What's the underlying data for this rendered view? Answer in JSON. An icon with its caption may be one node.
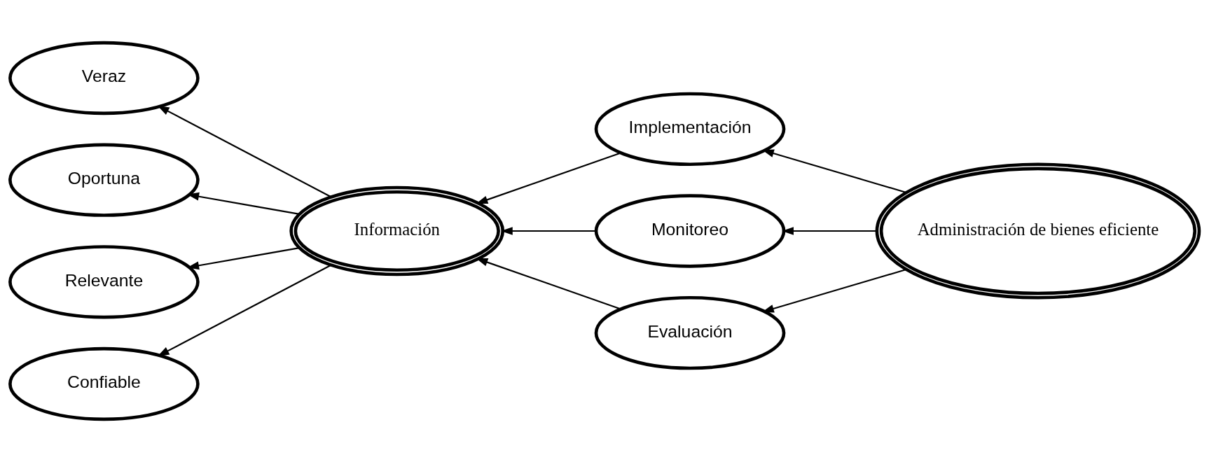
{
  "diagram": {
    "nodes": [
      {
        "text": [
          "Implementación"
        ]
      },
      {
        "text": [
          "Veraz"
        ]
      },
      {
        "text": [
          "Oportuna"
        ]
      },
      {
        "text": [
          "Información"
        ]
      },
      {
        "text": [
          "Monitoreo"
        ]
      },
      {
        "text": [
          "Administración de bienes eficiente"
        ]
      },
      {
        "text": [
          "Relevante"
        ]
      },
      {
        "text": [
          "Confiable"
        ]
      },
      {
        "text": [
          "Evaluación"
        ]
      }
    ],
    "edges": [
      {
        "from": 3,
        "to": 2,
        "arrow": "to"
      },
      {
        "from": 3,
        "to": 1,
        "arrow": "to"
      },
      {
        "from": 3,
        "to": 6,
        "arrow": "to"
      },
      {
        "from": 3,
        "to": 7,
        "arrow": "to"
      },
      {
        "from": 0,
        "to": 3,
        "arrow": "to"
      },
      {
        "from": 4,
        "to": 3,
        "arrow": "to"
      },
      {
        "from": 8,
        "to": 3,
        "arrow": "to"
      },
      {
        "from": 5,
        "to": 0,
        "arrow": "to"
      },
      {
        "from": 5,
        "to": 4,
        "arrow": "to"
      },
      {
        "from": 5,
        "to": 8,
        "arrow": "to"
      }
    ]
  }
}
